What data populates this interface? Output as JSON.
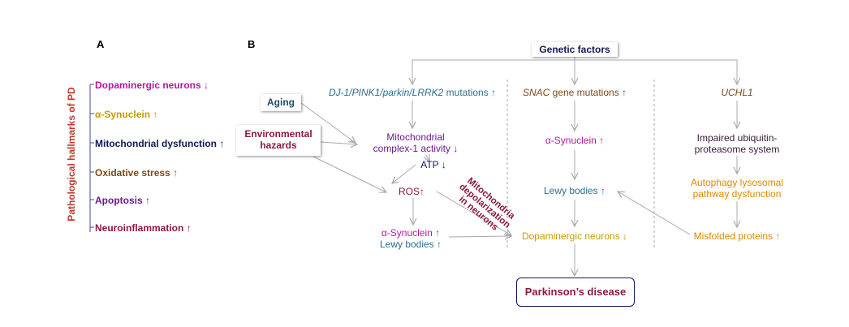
{
  "colors": {
    "magenta": "#b5179e",
    "gold": "#c79a00",
    "navy": "#111a55",
    "brown": "#7a4a1a",
    "purple": "#6a1a8a",
    "maroon": "#8b1a3a",
    "red": "#c0392b",
    "teal": "#2a6f8f",
    "orange": "#d98a00",
    "arrow": "#a9a9a9",
    "bracket": "#3a4aa0"
  },
  "panelA": {
    "label": "A",
    "axis_label": "Pathological hallmarks of PD",
    "items": [
      {
        "text": "Dopaminergic neurons",
        "arrow": "↓"
      },
      {
        "text": "α-Synuclein",
        "arrow": "↑"
      },
      {
        "text": "Mitochondrial dysfunction",
        "arrow": "↑"
      },
      {
        "text": "Oxidative stress",
        "arrow": "↑"
      },
      {
        "text": "Apoptosis",
        "arrow": "↑"
      },
      {
        "text": "Neuroinflammation",
        "arrow": "↑"
      }
    ]
  },
  "panelB": {
    "label": "B",
    "genetic_factors": "Genetic factors",
    "aging": "Aging",
    "env_line1": "Environmental",
    "env_line2": "hazards",
    "mutation_genes": "DJ-1/PINK1/parkin/LRRK2",
    "mutation_suffix": "mutations",
    "up": "↑",
    "down": "↓",
    "mito_line1": "Mitochondrial",
    "mito_line2": "complex-1 activity",
    "atp": "ATP",
    "ros": "ROS",
    "depol_line1": "Mitochondria",
    "depol_line2": "depolarization",
    "depol_line3": "in neurons",
    "asyn1": "α-Synuclein",
    "lewy1": "Lewy bodies",
    "snac_gene": "SNAC",
    "snac_suffix": "gene mutations",
    "asyn2": "α-Synuclein",
    "lewy2": "Lewy bodies",
    "dopa": "Dopaminergic neurons",
    "uchl1": "UCHL1",
    "ubiq_line1": "Impaired ubiquitin-",
    "ubiq_line2": "proteasome system",
    "auto_line1": "Autophagy lysosomal",
    "auto_line2": "pathway dysfunction",
    "misfolded": "Misfolded proteins",
    "disease": "Parkinson’s disease"
  }
}
